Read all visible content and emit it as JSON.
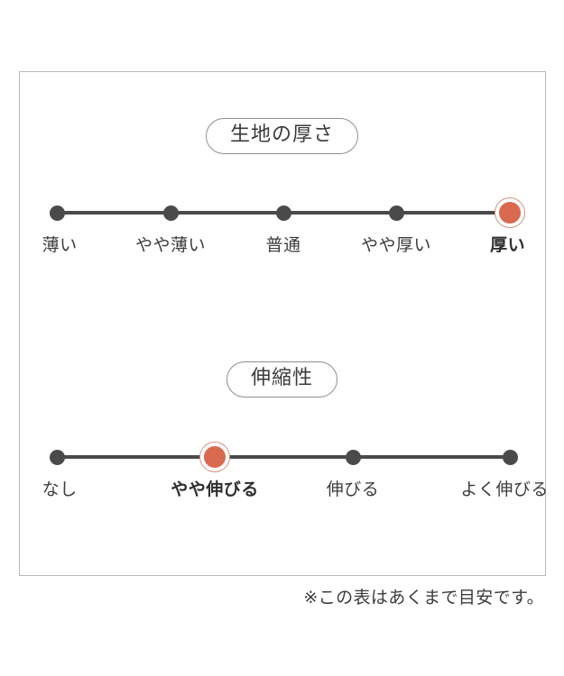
{
  "chart_data": {
    "type": "table",
    "title": "",
    "charts": [
      {
        "id": "fabric-thickness",
        "title": "生地の厚さ",
        "categories": [
          "薄い",
          "やや薄い",
          "普通",
          "やや厚い",
          "厚い"
        ],
        "values": [
          0,
          0,
          0,
          0,
          1
        ],
        "selected_index": 4,
        "selected_label": "厚い",
        "axis": "thickness",
        "grid": false,
        "legend": "none"
      },
      {
        "id": "stretchiness",
        "title": "伸縮性",
        "categories": [
          "なし",
          "やや伸びる",
          "伸びる",
          "よく伸びる"
        ],
        "values": [
          0,
          1,
          0,
          0
        ],
        "selected_index": 1,
        "selected_label": "やや伸びる",
        "axis": "stretch",
        "grid": false,
        "legend": "none"
      }
    ],
    "annotations": [
      "※この表はあくまで目安です。"
    ]
  },
  "panel": {
    "thickness": {
      "title": "生地の厚さ",
      "labels": [
        "薄い",
        "やや薄い",
        "普通",
        "やや厚い",
        "厚い"
      ],
      "selected_index": 4
    },
    "stretch": {
      "title": "伸縮性",
      "labels": [
        "なし",
        "やや伸びる",
        "伸びる",
        "よく伸びる"
      ],
      "selected_index": 1
    },
    "footnote": "※この表はあくまで目安です。"
  },
  "colors": {
    "accent": "#d9694f",
    "accent_ring": "#d59182",
    "dot": "#4a4a4a",
    "track": "#4a4a4a",
    "frame": "#b9b9b9",
    "pill_border": "#8e8e8e",
    "text": "#3c3c3c",
    "background": "#ffffff"
  }
}
